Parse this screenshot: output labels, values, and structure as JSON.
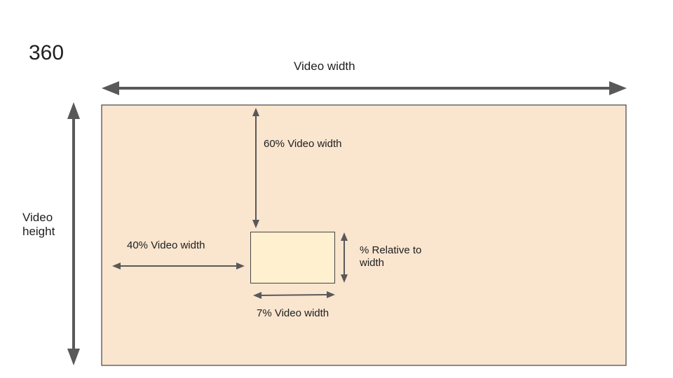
{
  "title": "360",
  "labels": {
    "video_width": "Video width",
    "video_height": "Video height",
    "top_offset": "60% Video width",
    "left_offset": "40% Video width",
    "box_height": "% Relative to width",
    "box_width": "7% Video width"
  },
  "colors": {
    "video_fill": "#fae5cf",
    "overlay_fill": "#fff0cf",
    "arrow": "#595959",
    "border": "#444444"
  }
}
